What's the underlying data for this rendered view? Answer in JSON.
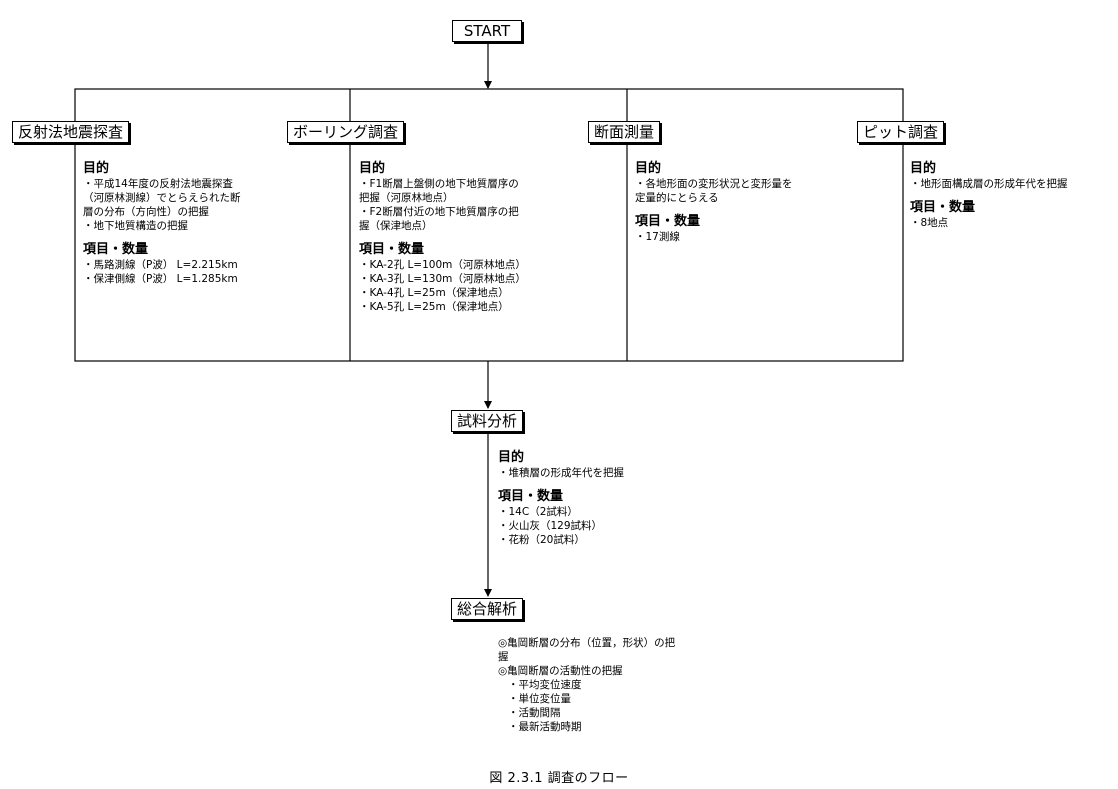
{
  "start": {
    "label": "START"
  },
  "surveys": [
    {
      "title": "反射法地震探査",
      "purpose_heading": "目的",
      "purpose_lines": [
        "・平成14年度の反射法地震探査",
        "（河原林測線）でとらえられた断",
        "層の分布（方向性）の把握",
        "・地下地質構造の把握"
      ],
      "items_heading": "項目・数量",
      "item_lines": [
        "・馬路測線（P波） L=2.215km",
        "・保津側線（P波） L=1.285km"
      ]
    },
    {
      "title": "ボーリング調査",
      "purpose_heading": "目的",
      "purpose_lines": [
        "・F1断層上盤側の地下地質層序の",
        "把握（河原林地点）",
        "・F2断層付近の地下地質層序の把",
        "握（保津地点）"
      ],
      "items_heading": "項目・数量",
      "item_lines": [
        "・KA-2孔 L=100m（河原林地点）",
        "・KA-3孔 L=130m（河原林地点）",
        "・KA-4孔 L=25m（保津地点）",
        "・KA-5孔 L=25m（保津地点）"
      ]
    },
    {
      "title": "断面測量",
      "purpose_heading": "目的",
      "purpose_lines": [
        "・各地形面の変形状況と変形量を",
        "定量的にとらえる"
      ],
      "items_heading": "項目・数量",
      "item_lines": [
        "・17測線"
      ]
    },
    {
      "title": "ピット調査",
      "purpose_heading": "目的",
      "purpose_lines": [
        "・地形面構成層の形成年代を把握"
      ],
      "items_heading": "項目・数量",
      "item_lines": [
        "・8地点"
      ]
    }
  ],
  "sample_analysis": {
    "title": "試料分析",
    "purpose_heading": "目的",
    "purpose_lines": [
      "・堆積層の形成年代を把握"
    ],
    "items_heading": "項目・数量",
    "item_lines": [
      "・14C（2試料）",
      "・火山灰（129試料）",
      "・花粉（20試料）"
    ]
  },
  "synthesis": {
    "title": "総合解析",
    "lines": [
      "◎亀岡断層の分布（位置，形状）の把",
      "握",
      "◎亀岡断層の活動性の把握"
    ],
    "sub_lines": [
      "・平均変位速度",
      "・単位変位量",
      "・活動間隔",
      "・最新活動時期"
    ]
  },
  "caption": "図 2.3.1 調査のフロー"
}
